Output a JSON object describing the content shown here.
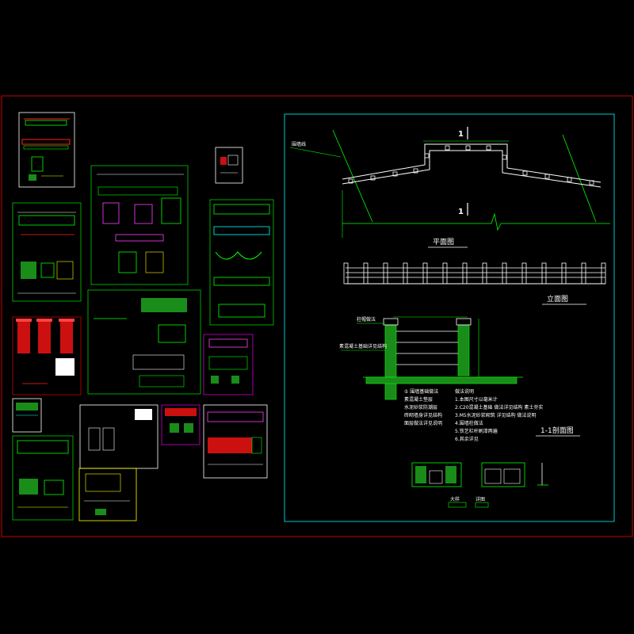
{
  "colors": {
    "background": "#000000",
    "frame": "#cc0000",
    "panel_cyan": "#00c8c8",
    "panel_green": "#00cc00",
    "panel_magenta": "#cc00cc",
    "line_green": "#00ff00",
    "line_white": "#ffffff",
    "line_red": "#ff2020",
    "line_yellow": "#ffff00",
    "line_magenta": "#ff40ff",
    "line_cyan": "#00ffff",
    "fill_green": "#1a8c1a"
  },
  "drawing": {
    "section_mark_1": "1",
    "section_mark_1b": "1",
    "label_left": "围墙线",
    "label_plan": "平面图",
    "label_elevation": "立面图",
    "label_section": "1-1剖面图",
    "callout_top": "柱帽做法",
    "callout_mid": "素混凝土基础详见结构",
    "notes_left": [
      "① 围墙基础做法",
      "素混凝土垫层",
      "水泥砂浆防潮层",
      "砖砌墙身详见结构",
      "面层做法详见说明"
    ],
    "notes_right": [
      "做法说明",
      "1.本图尺寸以毫米计",
      "2.C20混凝土基础 做法详见结构 素土夯实",
      "3.M5水泥砂浆砌筑 详见结构 做法说明",
      "4.围墙柱做法",
      "5.铁艺栏杆刷漆两遍",
      "6.其余详见"
    ],
    "detail_tag_1": "大样",
    "detail_tag_2": "详图"
  }
}
